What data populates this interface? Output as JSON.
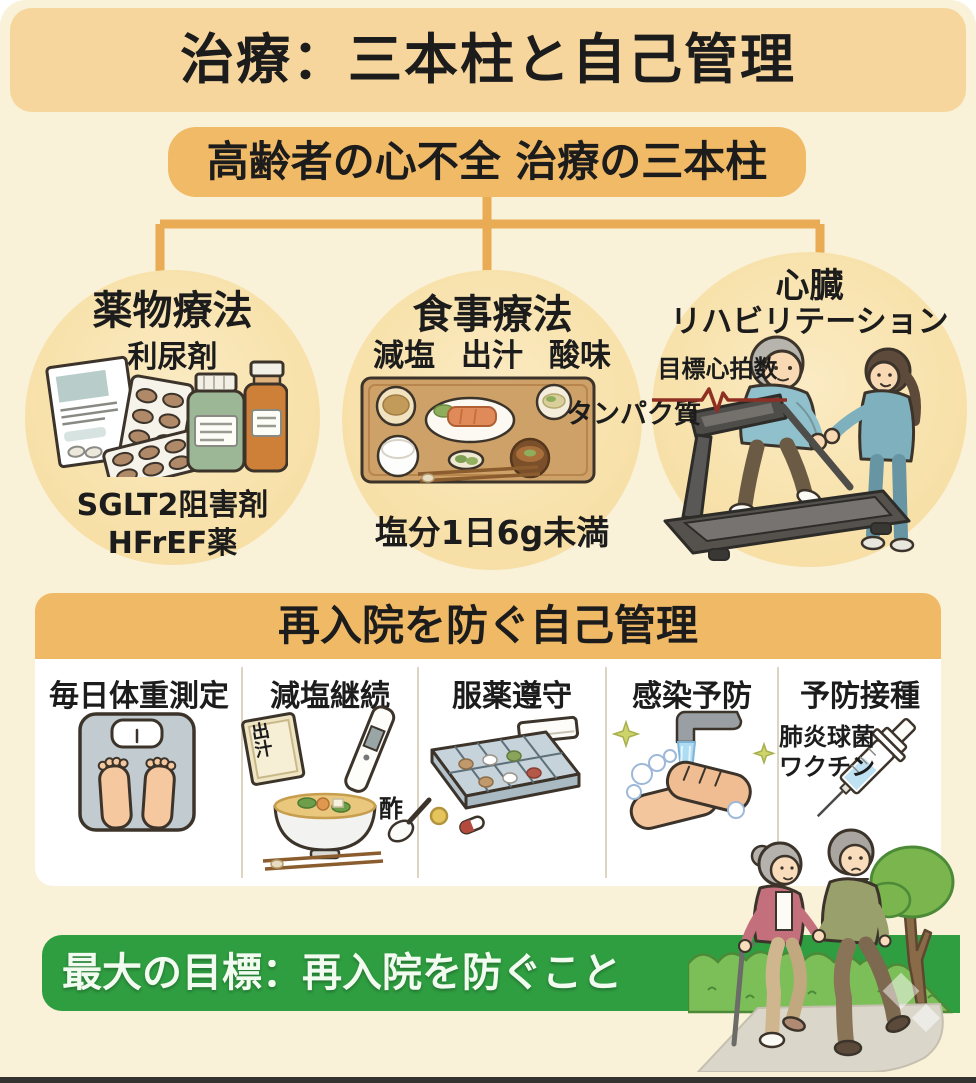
{
  "colors": {
    "page_background": "#FAF1D9",
    "title_banner": "#F6D69C",
    "accent_orange": "#F0BA67",
    "connector_orange": "#E9AC55",
    "pillar_circle_fill": "#F8E2AC",
    "panel_white": "#FFFFFF",
    "goal_green": "#2F9E41",
    "heartbeat_red": "#8F2F23",
    "text": "#1C1C1C"
  },
  "header": {
    "title": "治療：三本柱と自己管理",
    "badge": "高齢者の心不全 治療の三本柱"
  },
  "pillars": [
    {
      "title": "薬物療法",
      "sub_label": "利尿剤",
      "bottom_line1": "SGLT2阻害剤",
      "bottom_line2": "HFrEF薬",
      "icon": "medications-icon"
    },
    {
      "title": "食事療法",
      "keywords": [
        "減塩",
        "出汁",
        "酸味"
      ],
      "side_label": "タンパク質",
      "bottom_label": "塩分1日6g未満",
      "icon": "meal-tray-icon"
    },
    {
      "title_line1": "心臓",
      "title_line2": "リハビリテーション",
      "sub_label": "目標心拍数",
      "icon": "treadmill-icon"
    }
  ],
  "self_management": {
    "header": "再入院を防ぐ自己管理",
    "items": [
      {
        "label": "毎日体重測定",
        "icon": "weight-scale-icon"
      },
      {
        "label": "減塩継続",
        "icon": "soup-bowl-icon",
        "packet_label": "出汁",
        "vinegar_label": "酢"
      },
      {
        "label": "服薬遵守",
        "icon": "pill-organizer-icon"
      },
      {
        "label": "感染予防",
        "icon": "handwashing-icon"
      },
      {
        "label": "予防接種",
        "icon": "syringe-icon",
        "note_line1": "肺炎球菌",
        "note_line2": "ワクチン"
      }
    ]
  },
  "goal": {
    "text": "最大の目標：再入院を防ぐこと"
  }
}
